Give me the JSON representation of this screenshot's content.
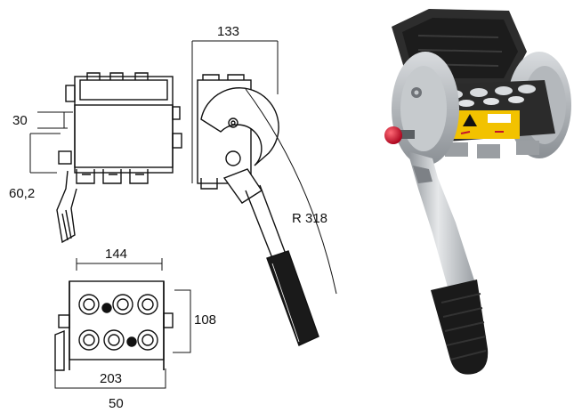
{
  "drawing": {
    "dims": {
      "top_width": "133",
      "left_offset": "30",
      "left_height": "60,2",
      "radius": "R 318",
      "bottom_width": "144",
      "side_height": "108",
      "base_width": "203",
      "bottom_offset": "50"
    }
  },
  "photo": {
    "label_color": "#f2c200",
    "knob_color": "#d0142c",
    "grip_color": "#1a1a1a",
    "housing_color": "#2a2a2a",
    "metal_color": "#bfc3c7"
  }
}
